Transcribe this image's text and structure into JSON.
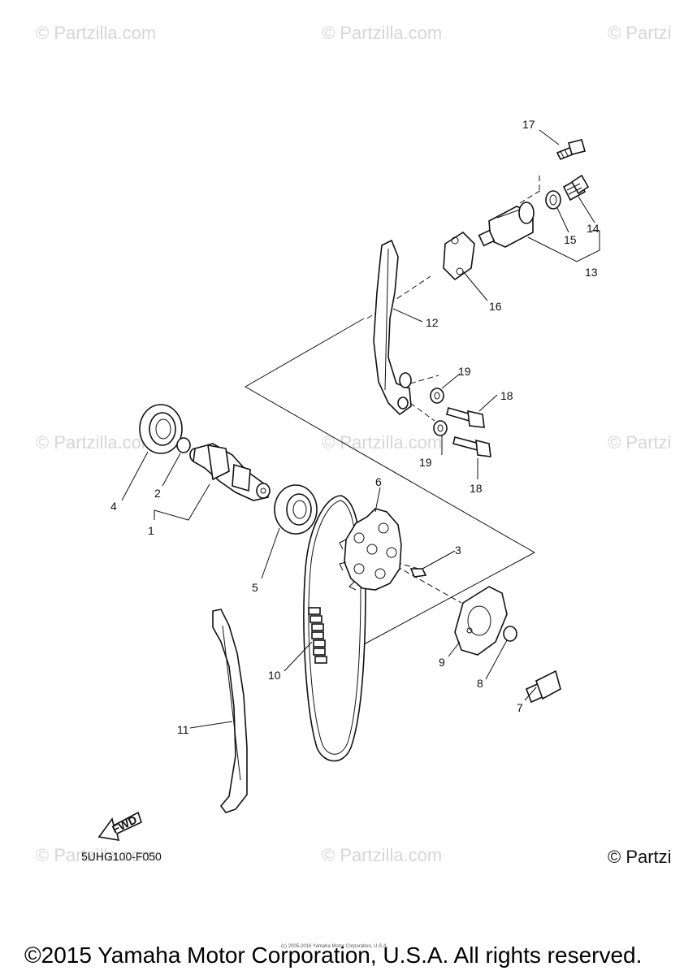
{
  "watermark_text": "© Partzilla.com",
  "watermark_partial": "© Partzi",
  "callouts": {
    "c1": "1",
    "c2": "2",
    "c3": "3",
    "c4": "4",
    "c5": "5",
    "c6": "6",
    "c7": "7",
    "c8": "8",
    "c9": "9",
    "c10": "10",
    "c11": "11",
    "c12": "12",
    "c13": "13",
    "c14": "14",
    "c15": "15",
    "c16": "16",
    "c17": "17",
    "c18a": "18",
    "c18b": "18",
    "c19a": "19",
    "c19b": "19"
  },
  "fwd_label": "FWD",
  "diagram_code": "5UHG100-F050",
  "partzilla_corner": "© Partzi",
  "small_copyright": "(c) 2005-2016 Yamaha Motor Corporation, U.S.A.",
  "footer_copyright": "©2015 Yamaha Motor Corporation, U.S.A. All rights reserved."
}
